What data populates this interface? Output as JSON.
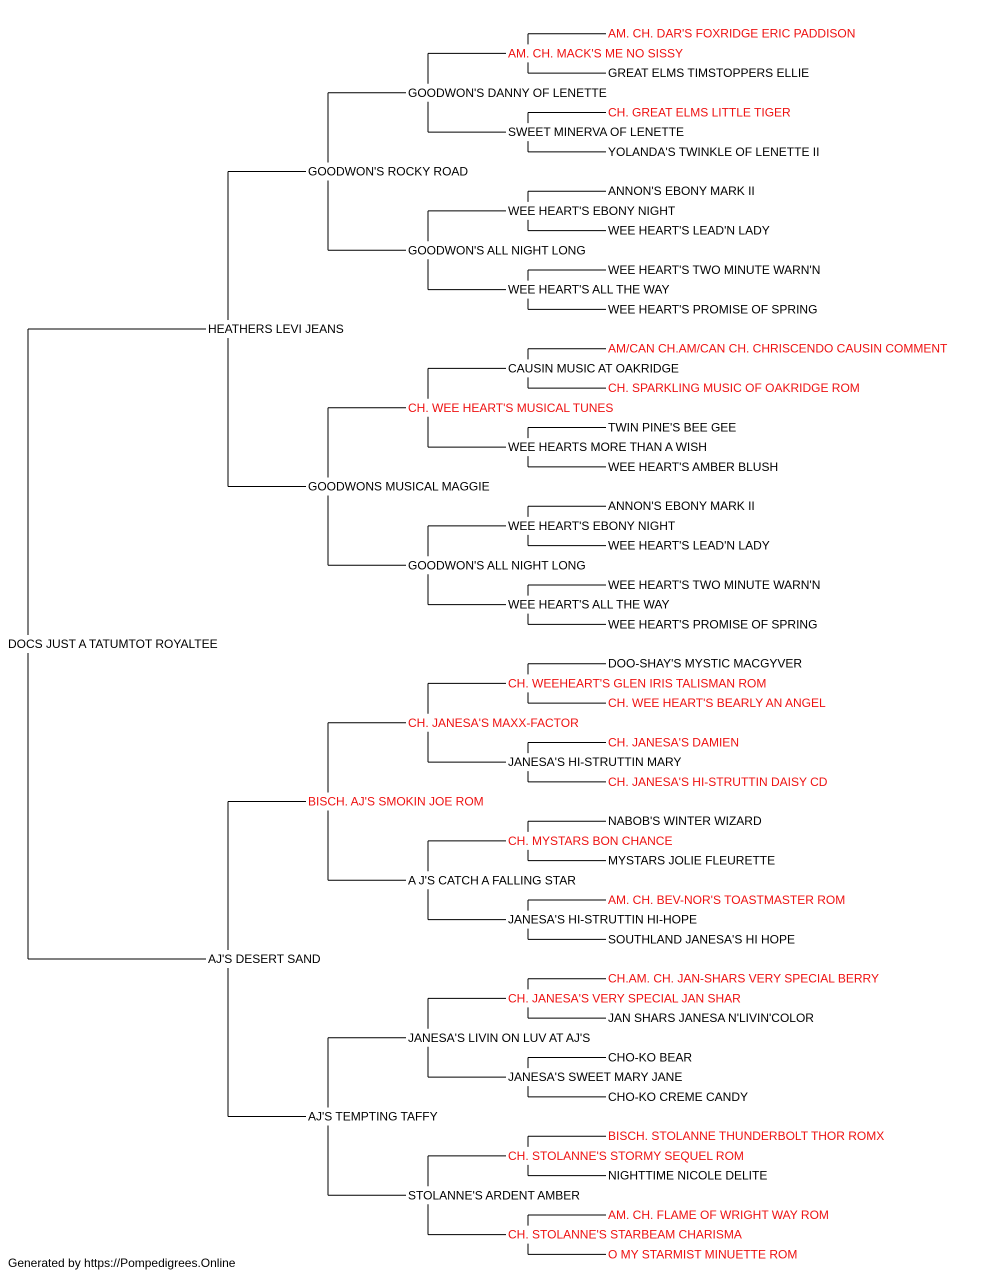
{
  "colors": {
    "line": "#000000",
    "normal": "#000000",
    "titled": "#ee1111"
  },
  "footer": "Generated by https://Pompedigrees.Online",
  "pedigree": {
    "name": "DOCS JUST A TATUMTOT ROYALTEE",
    "titled": false,
    "sire": {
      "name": "HEATHERS LEVI JEANS",
      "titled": false,
      "sire": {
        "name": "GOODWON'S ROCKY ROAD",
        "titled": false,
        "sire": {
          "name": "GOODWON'S DANNY OF LENETTE",
          "titled": false,
          "sire": {
            "name": "AM. CH. MACK'S ME NO SISSY",
            "titled": true,
            "sire": {
              "name": "AM. CH. DAR'S FOXRIDGE ERIC PADDISON",
              "titled": true
            },
            "dam": {
              "name": "GREAT ELMS TIMSTOPPERS ELLIE",
              "titled": false
            }
          },
          "dam": {
            "name": "SWEET MINERVA OF LENETTE",
            "titled": false,
            "sire": {
              "name": "CH. GREAT ELMS LITTLE TIGER",
              "titled": true
            },
            "dam": {
              "name": "YOLANDA'S TWINKLE OF LENETTE II",
              "titled": false
            }
          }
        },
        "dam": {
          "name": "GOODWON'S ALL NIGHT LONG",
          "titled": false,
          "sire": {
            "name": "WEE HEART'S EBONY NIGHT",
            "titled": false,
            "sire": {
              "name": "ANNON'S EBONY MARK II",
              "titled": false
            },
            "dam": {
              "name": "WEE HEART'S LEAD'N LADY",
              "titled": false
            }
          },
          "dam": {
            "name": "WEE HEART'S ALL THE WAY",
            "titled": false,
            "sire": {
              "name": "WEE HEART'S TWO MINUTE WARN'N",
              "titled": false
            },
            "dam": {
              "name": "WEE HEART'S PROMISE OF SPRING",
              "titled": false
            }
          }
        }
      },
      "dam": {
        "name": "GOODWONS MUSICAL MAGGIE",
        "titled": false,
        "sire": {
          "name": "CH. WEE HEART'S MUSICAL TUNES",
          "titled": true,
          "sire": {
            "name": "CAUSIN MUSIC AT OAKRIDGE",
            "titled": false,
            "sire": {
              "name": "AM/CAN CH.AM/CAN CH. CHRISCENDO CAUSIN COMMENT",
              "titled": true
            },
            "dam": {
              "name": "CH. SPARKLING MUSIC OF OAKRIDGE ROM",
              "titled": true
            }
          },
          "dam": {
            "name": "WEE HEARTS MORE THAN A WISH",
            "titled": false,
            "sire": {
              "name": "TWIN PINE'S BEE GEE",
              "titled": false
            },
            "dam": {
              "name": "WEE HEART'S AMBER BLUSH",
              "titled": false
            }
          }
        },
        "dam": {
          "name": "GOODWON'S ALL NIGHT LONG",
          "titled": false,
          "sire": {
            "name": "WEE HEART'S EBONY NIGHT",
            "titled": false,
            "sire": {
              "name": "ANNON'S EBONY MARK II",
              "titled": false
            },
            "dam": {
              "name": "WEE HEART'S LEAD'N LADY",
              "titled": false
            }
          },
          "dam": {
            "name": "WEE HEART'S ALL THE WAY",
            "titled": false,
            "sire": {
              "name": "WEE HEART'S TWO MINUTE WARN'N",
              "titled": false
            },
            "dam": {
              "name": "WEE HEART'S PROMISE OF SPRING",
              "titled": false
            }
          }
        }
      }
    },
    "dam": {
      "name": "AJ'S DESERT SAND",
      "titled": false,
      "sire": {
        "name": "BISCH. AJ'S SMOKIN JOE ROM",
        "titled": true,
        "sire": {
          "name": "CH. JANESA'S MAXX-FACTOR",
          "titled": true,
          "sire": {
            "name": "CH. WEEHEART'S GLEN IRIS TALISMAN ROM",
            "titled": true,
            "sire": {
              "name": "DOO-SHAY'S MYSTIC MACGYVER",
              "titled": false
            },
            "dam": {
              "name": "CH. WEE HEART'S BEARLY AN ANGEL",
              "titled": true
            }
          },
          "dam": {
            "name": "JANESA'S HI-STRUTTIN MARY",
            "titled": false,
            "sire": {
              "name": "CH. JANESA'S DAMIEN",
              "titled": true
            },
            "dam": {
              "name": "CH. JANESA'S HI-STRUTTIN DAISY CD",
              "titled": true
            }
          }
        },
        "dam": {
          "name": "A J'S CATCH A FALLING STAR",
          "titled": false,
          "sire": {
            "name": "CH. MYSTARS BON CHANCE",
            "titled": true,
            "sire": {
              "name": "NABOB'S WINTER WIZARD",
              "titled": false
            },
            "dam": {
              "name": "MYSTARS JOLIE FLEURETTE",
              "titled": false
            }
          },
          "dam": {
            "name": "JANESA'S HI-STRUTTIN HI-HOPE",
            "titled": false,
            "sire": {
              "name": "AM. CH. BEV-NOR'S TOASTMASTER ROM",
              "titled": true
            },
            "dam": {
              "name": "SOUTHLAND JANESA'S HI HOPE",
              "titled": false
            }
          }
        }
      },
      "dam": {
        "name": "AJ'S TEMPTING TAFFY",
        "titled": false,
        "sire": {
          "name": "JANESA'S LIVIN ON LUV AT AJ'S",
          "titled": false,
          "sire": {
            "name": "CH. JANESA'S VERY SPECIAL JAN SHAR",
            "titled": true,
            "sire": {
              "name": "CH.AM. CH. JAN-SHARS VERY SPECIAL BERRY",
              "titled": true
            },
            "dam": {
              "name": "JAN SHARS JANESA N'LIVIN'COLOR",
              "titled": false
            }
          },
          "dam": {
            "name": "JANESA'S SWEET MARY JANE",
            "titled": false,
            "sire": {
              "name": "CHO-KO BEAR",
              "titled": false
            },
            "dam": {
              "name": "CHO-KO CREME CANDY",
              "titled": false
            }
          }
        },
        "dam": {
          "name": "STOLANNE'S ARDENT AMBER",
          "titled": false,
          "sire": {
            "name": "CH. STOLANNE'S STORMY SEQUEL ROM",
            "titled": true,
            "sire": {
              "name": "BISCH. STOLANNE THUNDERBOLT THOR ROMX",
              "titled": true
            },
            "dam": {
              "name": "NIGHTTIME NICOLE DELITE",
              "titled": false
            }
          },
          "dam": {
            "name": "CH. STOLANNE'S STARBEAM CHARISMA",
            "titled": true,
            "sire": {
              "name": "AM. CH. FLAME OF WRIGHT WAY ROM",
              "titled": true
            },
            "dam": {
              "name": "O MY STARMIST MINUETTE ROM",
              "titled": true
            }
          }
        }
      }
    }
  }
}
